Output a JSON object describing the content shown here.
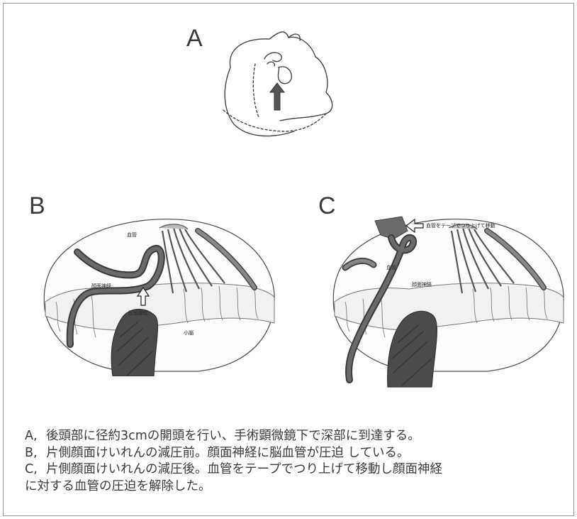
{
  "panels": {
    "a": {
      "letter": "A"
    },
    "b": {
      "letter": "B",
      "labels": {
        "vessel": "血管",
        "facial_nerve": "顔面神経",
        "compression": "圧迫部位",
        "cerebellum": "小脳"
      }
    },
    "c": {
      "letter": "C",
      "labels": {
        "tape": "血管をテープでつり上げて移動",
        "vessel": "血管",
        "facial_nerve": "顔面神経"
      }
    }
  },
  "caption": {
    "lines": [
      {
        "tag": "A,",
        "text": "後頭部に径約3cmの開頭を行い、手術顕微鏡下で深部に到達する。"
      },
      {
        "tag": "B,",
        "text": "片側顔面けいれんの減圧前。顔面神経に脳血管が圧迫 している。"
      },
      {
        "tag": "C,",
        "text": "片側顔面けいれんの減圧後。血管をテープでつり上げて移動し顔面神経"
      },
      {
        "tag": "",
        "text": "に対する血管の圧迫を解除した。"
      }
    ]
  }
}
